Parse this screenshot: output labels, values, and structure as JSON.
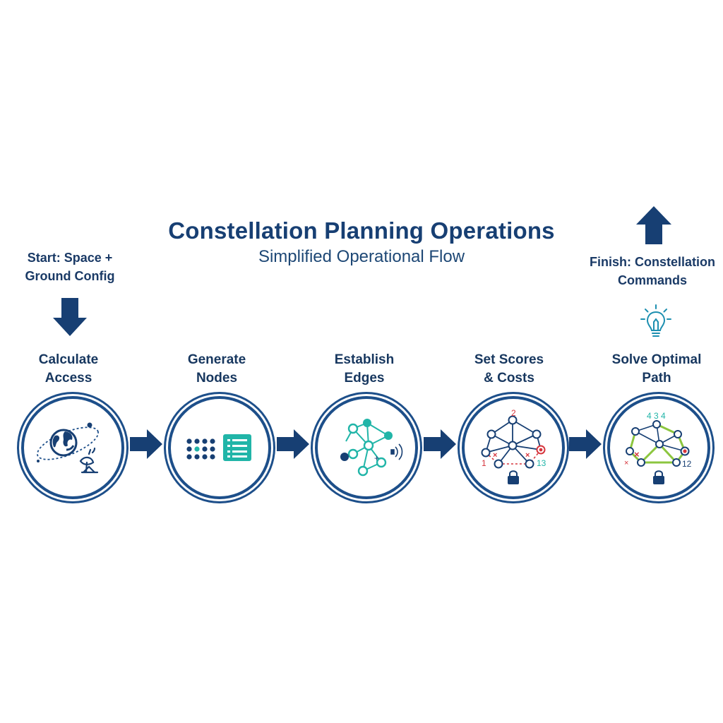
{
  "header": {
    "title": "Constellation Planning Operations",
    "subtitle": "Simplified Operational Flow"
  },
  "start": {
    "line1": "Start: Space +",
    "line2": "Ground Config"
  },
  "finish": {
    "line1": "Finish: Constellation",
    "line2": "Commands"
  },
  "steps": [
    {
      "line1": "Calculate",
      "line2": "Access",
      "icon": "globe-satellite-icon"
    },
    {
      "line1": "Generate",
      "line2": "Nodes",
      "icon": "node-grid-icon"
    },
    {
      "line1": "Establish",
      "line2": "Edges",
      "icon": "network-edges-icon"
    },
    {
      "line1": "Set Scores",
      "line2": "& Costs",
      "icon": "scored-graph-icon"
    },
    {
      "line1": "Solve Optimal",
      "line2": "Path",
      "icon": "optimal-path-icon"
    }
  ],
  "graph_numbers": {
    "scores": {
      "top": "2",
      "left": "1",
      "right": "13"
    },
    "path": {
      "top": "4 3 4",
      "right": "12"
    }
  },
  "colors": {
    "navy": "#173f73",
    "ring": "#1d4f8a",
    "teal": "#21b5a8",
    "green": "#8cc63f",
    "red": "#d6343c"
  }
}
